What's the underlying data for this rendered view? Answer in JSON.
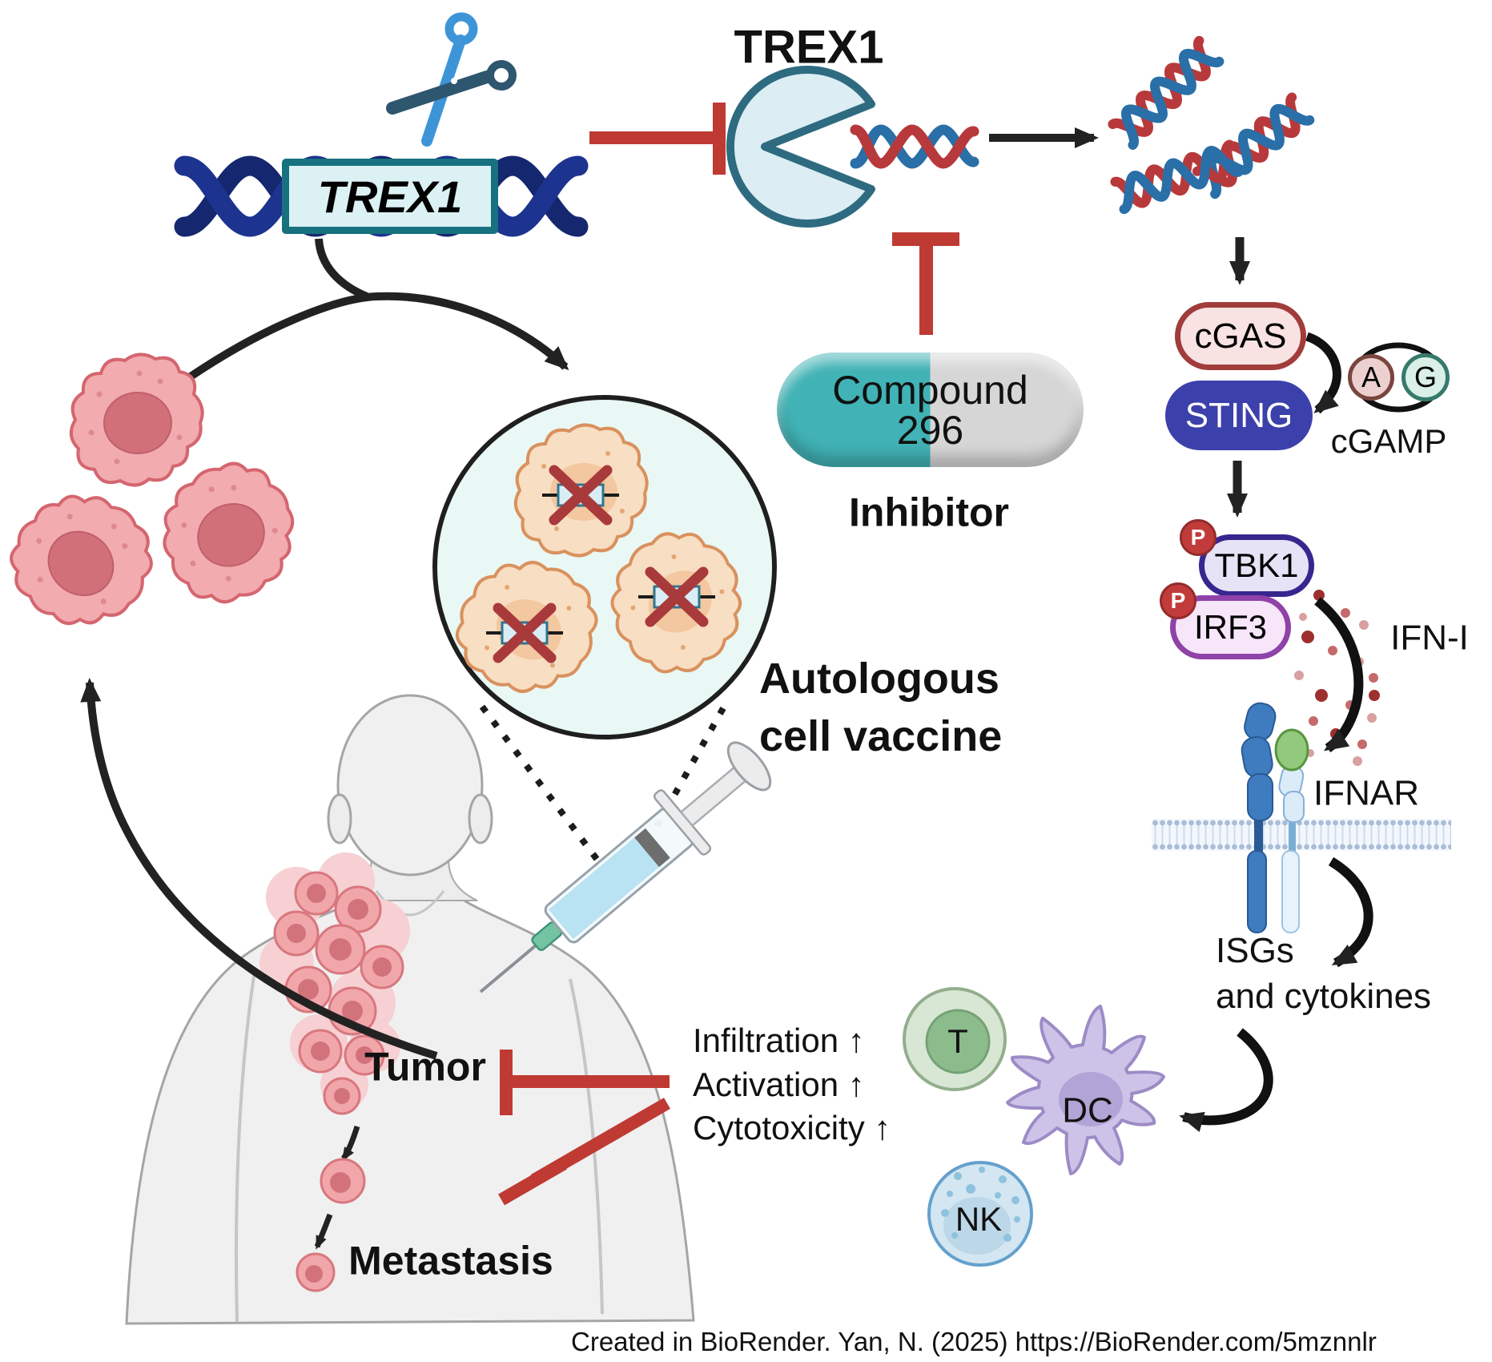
{
  "labels": {
    "gene_box": "TREX1",
    "protein_title": "TREX1",
    "compound_line1": "Compound",
    "compound_line2": "296",
    "inhibitor": "Inhibitor",
    "vaccine_line1": "Autologous",
    "vaccine_line2": "cell vaccine",
    "cgas": "cGAS",
    "sting": "STING",
    "cgamp": "cGAMP",
    "nucleotide_a": "A",
    "nucleotide_g": "G",
    "phospho": "P",
    "tbk1": "TBK1",
    "irf3": "IRF3",
    "ifn": "IFN-I",
    "ifnar": "IFNAR",
    "isgs_line1": "ISGs",
    "isgs_line2": "and cytokines",
    "t_cell": "T",
    "dendritic_cell": "DC",
    "nk_cell": "NK",
    "effects": [
      "Infiltration ↑",
      "Activation ↑",
      "Cytotoxicity ↑"
    ],
    "tumor": "Tumor",
    "metastasis": "Metastasis",
    "credit": "Created in BioRender. Yan, N. (2025) https://BioRender.com/5mznnlr"
  },
  "colors": {
    "inhibit_red": "#bf3a33",
    "capsule_teal": "#41b2b5",
    "capsule_gray": "#d6d6d6",
    "gene_box_fill": "#dcf1f3",
    "gene_box_border": "#17717f",
    "dna_navy": "#1c338f",
    "dna_red": "#b8393b",
    "dna_blue": "#2a6fa8",
    "pacman_fill": "#dcedf4",
    "pacman_border": "#2e6b80",
    "cgas_fill": "#f8e2e2",
    "cgas_border": "#a13c3c",
    "sting_blue": "#3c40aa",
    "tbk1_fill": "#e6e3f7",
    "irf3_fill": "#f7e5f9",
    "phospho_red": "#c23b3b",
    "tumor_pink": "#f2abaf",
    "vaccine_cell_tan": "#f8dec2",
    "t_cell_green": "#8cbb8c",
    "dc_purple": "#cdc3e8",
    "nk_blue": "#d3e6f2",
    "body_gray": "#f0f0f0"
  }
}
